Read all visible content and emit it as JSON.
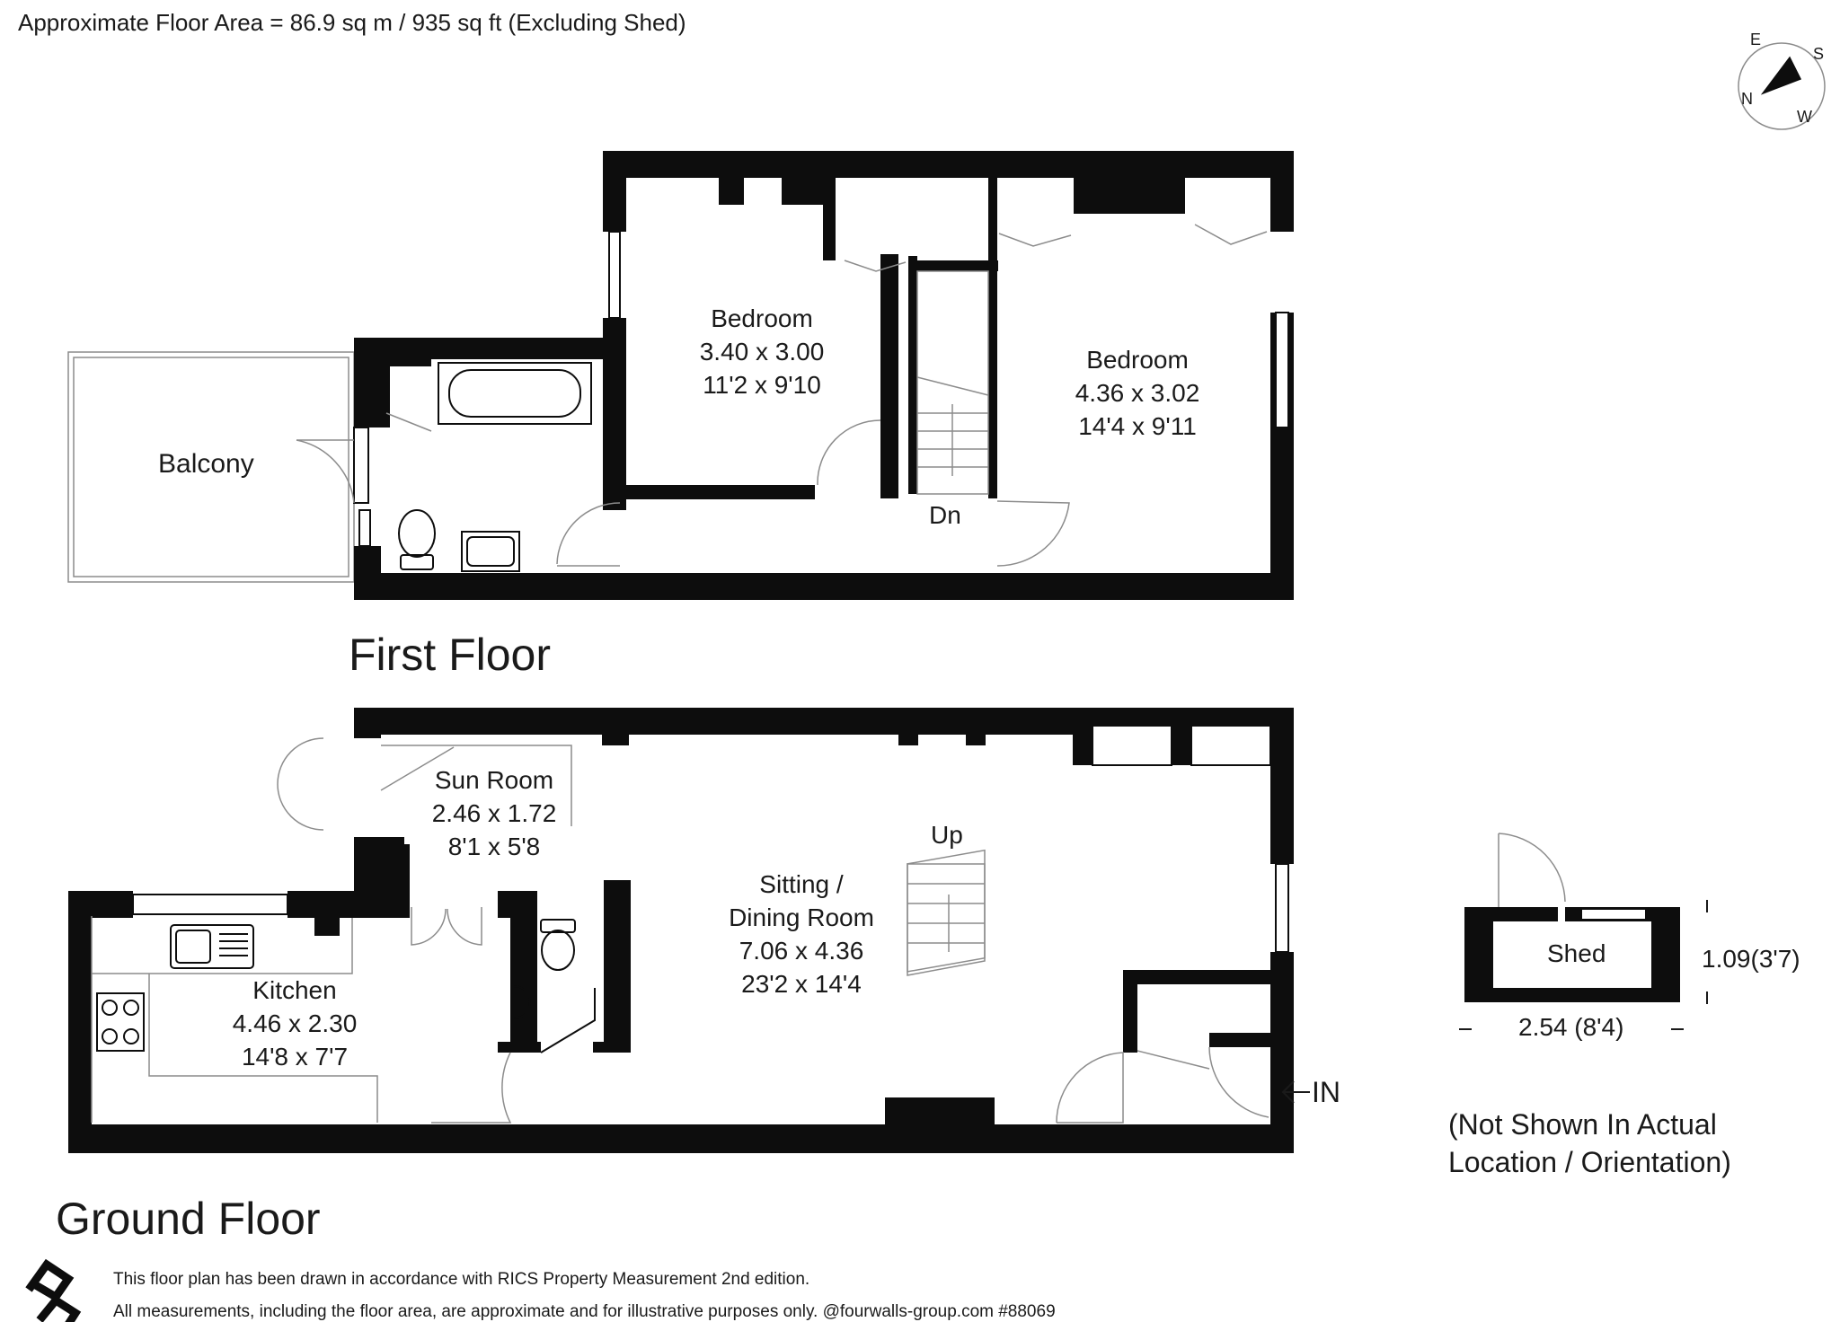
{
  "header": {
    "area_summary": "Approximate Floor Area = 86.9 sq m / 935 sq ft (Excluding Shed)"
  },
  "compass": {
    "n": "N",
    "e": "E",
    "s": "S",
    "w": "W"
  },
  "first_floor": {
    "title": "First Floor",
    "balcony": "Balcony",
    "stairs_label": "Dn",
    "bedroom_1": {
      "name": "Bedroom",
      "metric": "3.40 x 3.00",
      "imperial": "11'2 x 9'10"
    },
    "bedroom_2": {
      "name": "Bedroom",
      "metric": "4.36 x 3.02",
      "imperial": "14'4 x 9'11"
    }
  },
  "ground_floor": {
    "title": "Ground Floor",
    "stairs_label": "Up",
    "entrance_label": "IN",
    "sun_room": {
      "name": "Sun Room",
      "metric": "2.46 x 1.72",
      "imperial": "8'1 x 5'8"
    },
    "sitting_room": {
      "name_1": "Sitting /",
      "name_2": "Dining Room",
      "metric": "7.06 x 4.36",
      "imperial": "23'2 x 14'4"
    },
    "kitchen": {
      "name": "Kitchen",
      "metric": "4.46 x 2.30",
      "imperial": "14'8 x 7'7"
    }
  },
  "shed": {
    "name": "Shed",
    "depth": "1.09(3'7)",
    "width": "2.54 (8'4)",
    "note_1": "(Not Shown In Actual",
    "note_2": "Location / Orientation)"
  },
  "footer": {
    "note_1": "This floor plan has been drawn in accordance with RICS Property Measurement 2nd edition.",
    "note_2": "All measurements, including the floor area, are approximate and for illustrative purposes only. @fourwalls-group.com #88069"
  },
  "colors": {
    "wall": "#0d0d0d",
    "fixture": "#8c8c8c",
    "text": "#1a1a1a"
  }
}
